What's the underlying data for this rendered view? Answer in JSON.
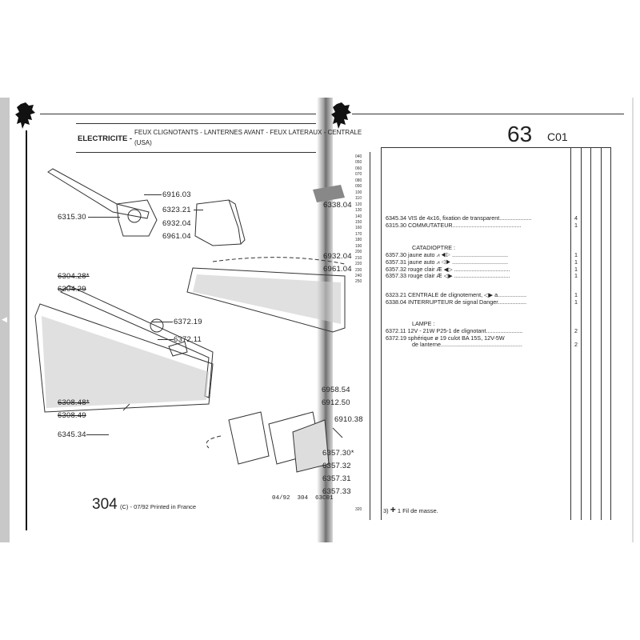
{
  "header": {
    "section": "ELECTRICITE -",
    "title_line1": "FEUX CLIGNOTANTS - LANTERNES AVANT - FEUX LATERAUX - CENTRALE",
    "title_line2": "(USA)",
    "group_number": "63",
    "group_code": "C01"
  },
  "diagram_labels": [
    {
      "text": "6916.03"
    },
    {
      "text": "6323.21"
    },
    {
      "text": "6932.04"
    },
    {
      "text": "6961.04"
    },
    {
      "text": "6315.30"
    },
    {
      "text": "6338.04"
    },
    {
      "text": "6932.04"
    },
    {
      "text": "6961.04"
    },
    {
      "text": "6304.28*"
    },
    {
      "text": "6304.29"
    },
    {
      "text": "6372.19"
    },
    {
      "text": "6372.11"
    },
    {
      "text": "6308.48*"
    },
    {
      "text": "6308.49"
    },
    {
      "text": "6345.34"
    },
    {
      "text": "6958.54"
    },
    {
      "text": "6912.50"
    },
    {
      "text": "6910.38"
    },
    {
      "text": "6357.30*"
    },
    {
      "text": "6357.32"
    },
    {
      "text": "6357.31"
    },
    {
      "text": "6357.33"
    }
  ],
  "line_numbers": [
    "040",
    "050",
    "060",
    "070",
    "080",
    "090",
    "100",
    "110",
    "120",
    "130",
    "140",
    "150",
    "160",
    "170",
    "180",
    "190",
    "200",
    "210",
    "220",
    "230",
    "240",
    "250"
  ],
  "last_line_number": "320",
  "parts": [
    {
      "ref": "6345.34",
      "desc": "VIS de 4x16, fixation de transparent",
      "qty": "4"
    },
    {
      "ref": "6315.30",
      "desc": "COMMUTATEUR",
      "qty": "1"
    },
    {
      "heading": "CATADIOPTRE :"
    },
    {
      "ref": "6357.30",
      "desc": "jaune auto  ⩘  ◀▷",
      "qty": "1"
    },
    {
      "ref": "6357.31",
      "desc": "jaune auto  ⩘  ◁▶",
      "qty": "1"
    },
    {
      "ref": "6357.32",
      "desc": "rouge clair  Æ  ◀▷",
      "qty": "1"
    },
    {
      "ref": "6357.33",
      "desc": "rouge clair  Æ  ◁▶",
      "qty": "1"
    },
    {
      "ref": "6323.21",
      "desc": "CENTRALE de clignotement,  ◁▶ a",
      "qty": "1"
    },
    {
      "ref": "6338.04",
      "desc": "INTERRUPTEUR de signal Danger",
      "qty": "1"
    },
    {
      "heading": "LAMPE :"
    },
    {
      "ref": "6372.11",
      "desc": "12V - 21W P25-1 de clignotant",
      "qty": "2"
    },
    {
      "ref": "6372.19",
      "desc": "sphérique  ø  19 culot BA 15S, 12V-5W",
      "qty": ""
    },
    {
      "ref": "",
      "desc": "de lanterne",
      "qty": "2"
    }
  ],
  "footnote": {
    "mark": "3)",
    "plus": "+",
    "text": "1 Fil de masse."
  },
  "footer": {
    "model": "304",
    "edition": "(C) - 07/92 Printed in France",
    "code": "04/92  304  63C01"
  },
  "icons": {
    "logo": "peugeot-lion-logo",
    "nav": "left-arrow-icon"
  }
}
